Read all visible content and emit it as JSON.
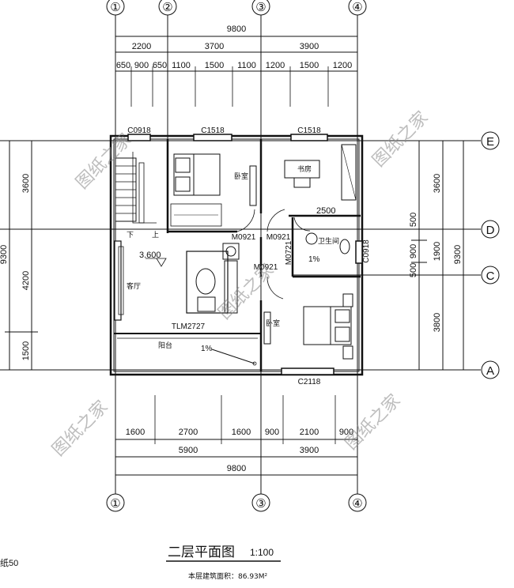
{
  "axes": {
    "top": [
      "①",
      "②",
      "③",
      "④"
    ],
    "bottom": [
      "①",
      "③",
      "④"
    ],
    "right": [
      "E",
      "D",
      "C",
      "A"
    ]
  },
  "dims_top": {
    "total": "9800",
    "row2": [
      "2200",
      "3700",
      "3900"
    ],
    "row3": [
      "650",
      "900",
      "650",
      "1100",
      "1500",
      "1100",
      "1200",
      "1500",
      "1200"
    ]
  },
  "dims_bottom": {
    "row1": [
      "1600",
      "2700",
      "1600",
      "900",
      "2100",
      "900"
    ],
    "row2": [
      "5900",
      "3900"
    ],
    "total": "9800"
  },
  "dims_left": [
    "3600",
    "4200",
    "1500",
    "9300"
  ],
  "dims_right": {
    "outer": [
      "3600",
      "500",
      "900",
      "500",
      "3800"
    ],
    "mid": "1900",
    "total": "9300"
  },
  "windows": [
    "C0918",
    "C1518",
    "C1518",
    "C0918",
    "C2118"
  ],
  "doors": [
    "M0921",
    "M0921",
    "M0921",
    "M0721",
    "TLM2727"
  ],
  "rooms": {
    "bedroom1": "卧室",
    "study": "书房",
    "living": "客厅",
    "bedroom2": "卧室",
    "bath": "卫生间",
    "balcony": "阳台",
    "stair_down": "下",
    "stair_up": "上"
  },
  "labels": {
    "level": "3.600",
    "study_dim": "2500",
    "slope1": "1%",
    "slope2": "1%",
    "left_cut": "纸50"
  },
  "watermark": "图纸之家",
  "footer": {
    "title": "二层平面图",
    "scale": "1:100",
    "area_note": "本层建筑面积：86.93M²"
  }
}
